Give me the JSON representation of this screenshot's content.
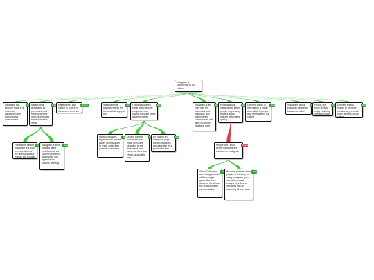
{
  "colors": {
    "support": "#3cc63c",
    "oppose": "#d9343f",
    "node_border": "#111111"
  },
  "root": {
    "text": "Instagram is Detrimental to our culture"
  },
  "nodes": {
    "a1": {
      "text": "Instagram has become more of a source for validation rather than creative achievement",
      "tag": "Support"
    },
    "a2": {
      "text": "Instagram is dominated by preexisting and increasingly the amount of money earned creative media",
      "tag": "Support"
    },
    "a3": {
      "text": "Influencer(s) lose culture to society in the current trend as it is not fixed",
      "tag": "Support"
    },
    "a2a": {
      "text": "The culture behind Instagram is a good representation of the diverse society that we live in today",
      "tag": "Support"
    },
    "a2b": {
      "text": "Instagram is drive that is a direct contributor to our societal growth in acceptance and appreciation towards diversity",
      "tag": "Support"
    },
    "b1": {
      "text": "Instagram has advertisements for the best that apply to you",
      "tag": "Support"
    },
    "b2": {
      "text": "I have discovered some of my favorite companies and brands because of the advertisements",
      "tag": "Support"
    },
    "b2a": {
      "text": "Many companies, big and small, create pages on Instagram to reach out to their possible customers",
      "tag": "Support"
    },
    "b2b": {
      "text": "Up and coming businesses and those who have struggled to get their brand and name out there use cheap, accessible way",
      "tag": "Support"
    },
    "b2c": {
      "text": "By making an Instagram page, these companies can advertise their product for free",
      "tag": "Support"
    },
    "c1": {
      "text": "Instagram is an easy way for celebrities and politicians and influencers to communicate with large groups of people at once",
      "tag": "Support"
    },
    "c2": {
      "text": "Politicians use Instagram to inform people on pressing matters and/or interact with voters quickly",
      "tag": "Support"
    },
    "c3": {
      "text": "Different points of information is easily accessible to people and beneficial for our culture",
      "tag": "Support"
    },
    "c2a": {
      "text": "People don't know which politicians are involved on Instagram",
      "tag": "Oppose"
    },
    "c2a1": {
      "text": "When Politicians use Instagram, a lot of the younger generations are aware of the choice the outgoing ones can use today",
      "tag": "Support"
    },
    "c2a2": {
      "text": "Because politicians and people of authority are using Instagram, you see patterns and images of protest of injustices that are occurring all over town",
      "tag": "Support"
    },
    "d1": {
      "text": "Instagram allows everyday people to become creative",
      "tag": "Support"
    },
    "d2": {
      "text": "People are more likely to enjoy exploring hometown with friends",
      "tag": "Support"
    },
    "d3": {
      "text": "Different photos posted to be more creative at present to other benefits for our culture",
      "tag": "Support"
    }
  }
}
